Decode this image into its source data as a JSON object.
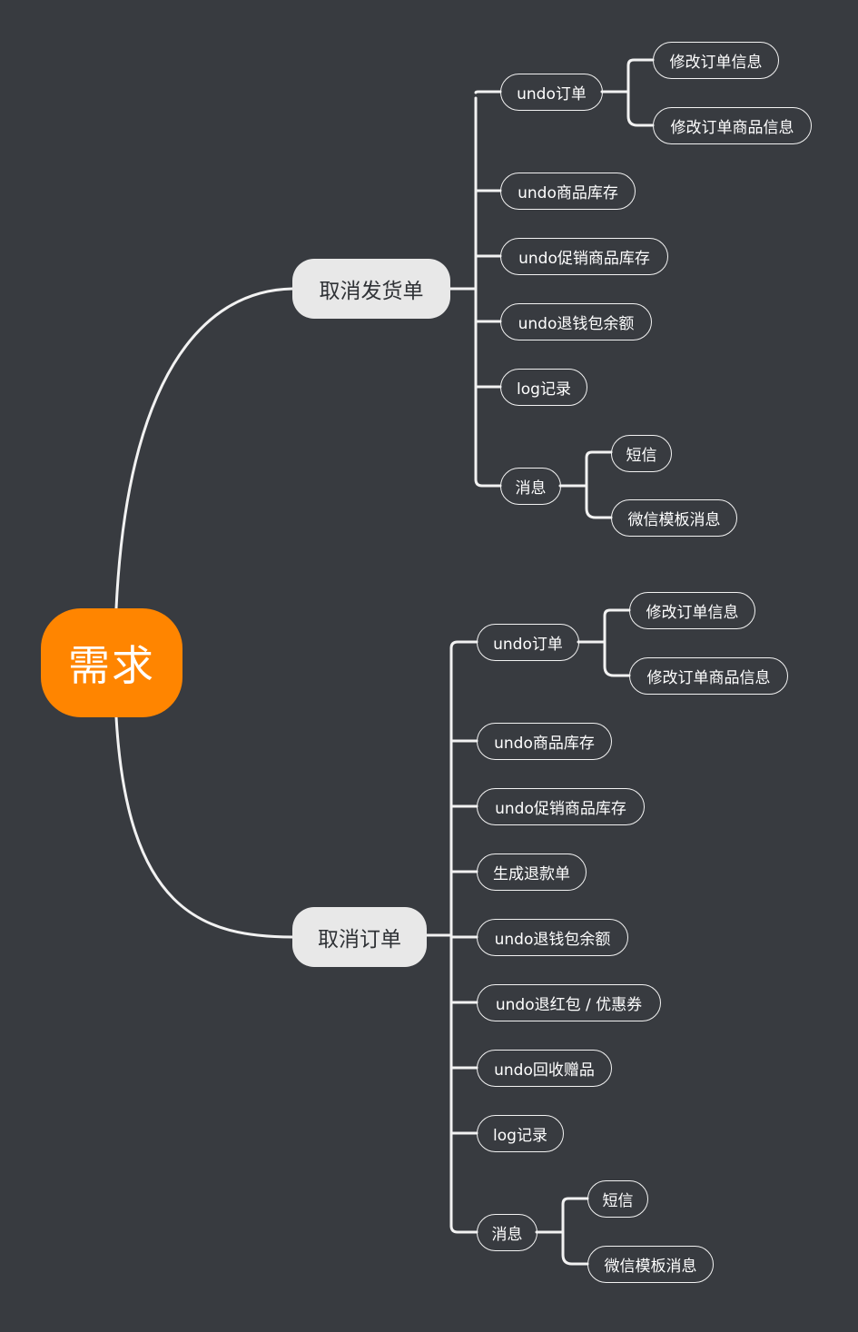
{
  "colors": {
    "background": "#383b40",
    "root_fill": "#ff8500",
    "branch_fill": "#e8e8e8",
    "line": "#f2f2f2"
  },
  "root": {
    "label": "需求"
  },
  "branches": {
    "cancel_shipment": {
      "label": "取消发货单",
      "undo_order": {
        "label": "undo订单",
        "children": [
          "修改订单信息",
          "修改订单商品信息"
        ]
      },
      "undo_product_stock": "undo商品库存",
      "undo_promo_stock": "undo促销商品库存",
      "undo_wallet_refund": "undo退钱包余额",
      "log": "log记录",
      "message": {
        "label": "消息",
        "children": [
          "短信",
          "微信模板消息"
        ]
      }
    },
    "cancel_order": {
      "label": "取消订单",
      "undo_order": {
        "label": "undo订单",
        "children": [
          "修改订单信息",
          "修改订单商品信息"
        ]
      },
      "undo_product_stock": "undo商品库存",
      "undo_promo_stock": "undo促销商品库存",
      "create_refund": "生成退款单",
      "undo_wallet_refund": "undo退钱包余额",
      "undo_coupon_refund": "undo退红包 / 优惠券",
      "undo_gift_recall": "undo回收赠品",
      "log": "log记录",
      "message": {
        "label": "消息",
        "children": [
          "短信",
          "微信模板消息"
        ]
      }
    }
  }
}
